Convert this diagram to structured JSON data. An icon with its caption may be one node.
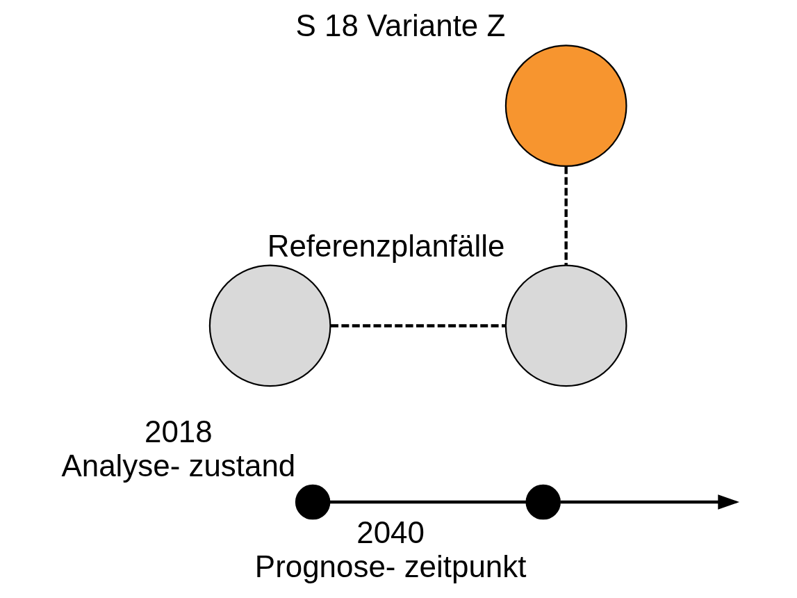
{
  "diagram": {
    "nodes": [
      {
        "text": [],
        "shape": "circle",
        "beside": [
          "S 18 Variante Z"
        ]
      },
      {
        "text": [],
        "shape": "circle"
      },
      {
        "text": [],
        "shape": "circle",
        "beside": [
          "Referenzplanfälle"
        ]
      },
      {
        "text": [],
        "shape": "circle",
        "beside": [
          "2018",
          "Analyse- zustand"
        ]
      },
      {
        "text": [],
        "shape": "circle",
        "beside": [
          "2040",
          "Prognose- zeitpunkt"
        ]
      }
    ],
    "edges": [
      {
        "from": 0,
        "to": 2,
        "arrow": "none",
        "style": "dashed"
      },
      {
        "from": 1,
        "to": 2,
        "arrow": "none",
        "style": "dashed"
      },
      {
        "from": 3,
        "to": 4,
        "arrow": "none"
      },
      {
        "from": 4,
        "to": null,
        "arrow": "to"
      }
    ]
  }
}
